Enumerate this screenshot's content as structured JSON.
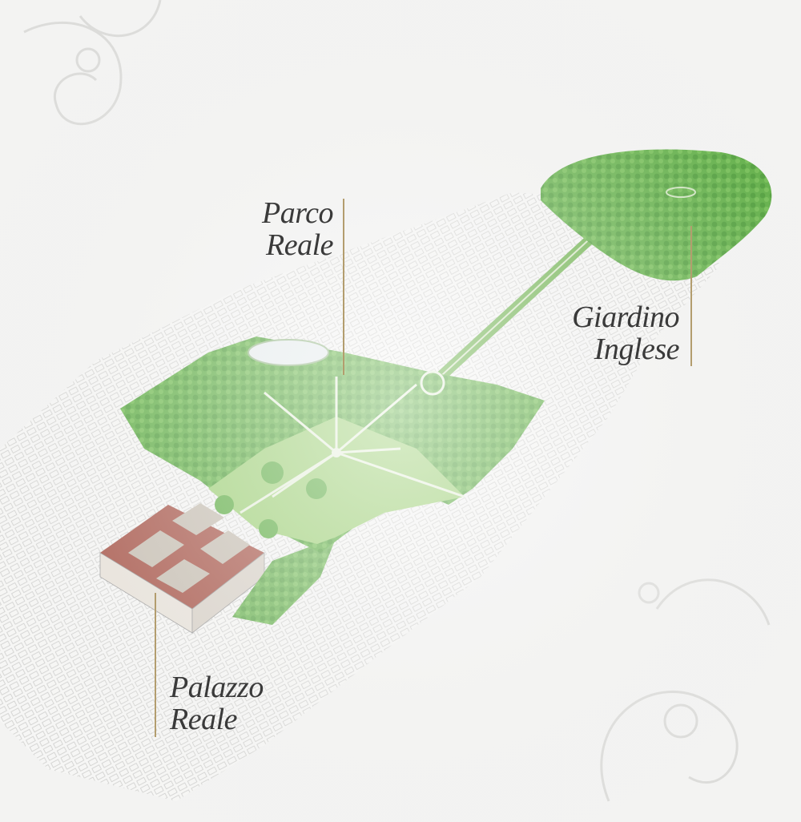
{
  "labels": {
    "parco_reale": {
      "line1": "Parco",
      "line2": "Reale"
    },
    "giardino_inglese": {
      "line1": "Giardino",
      "line2": "Inglese"
    },
    "palazzo_reale": {
      "line1": "Palazzo",
      "line2": "Reale"
    }
  },
  "colors": {
    "background": "#f3f3f2",
    "park_green": "#5fae45",
    "lawn_green": "#9fd178",
    "tree_dark": "#3f8f2f",
    "roof_red": "#a8574b",
    "leader_gold": "#b39d6e",
    "sketch_gray": "#c9c9c9"
  }
}
